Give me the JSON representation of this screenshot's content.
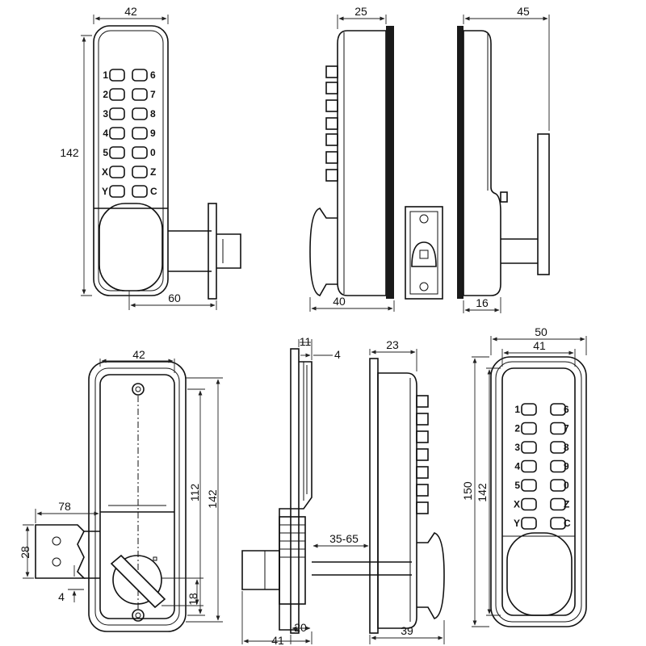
{
  "dimensions": {
    "front_width": "42",
    "front_height": "142",
    "front_projection": "60",
    "side_depth": "25",
    "side_width_total": "40",
    "side2_depth": "45",
    "side2_bottom": "16",
    "back_width": "42",
    "back_hole_spacing": "112",
    "back_height": "142",
    "back_latch_length": "78",
    "back_latch_height": "28",
    "back_offset_small": "4",
    "back_offset_bottom": "18",
    "section_top_width": "11",
    "section_top_offset": "4",
    "section_door_thickness": "35-65",
    "section_bottom_depth": "20",
    "section_overall": "41",
    "side3_depth": "23",
    "side3_bottom": "39",
    "front2_outer_width": "50",
    "front2_inner_width": "41",
    "front2_outer_height": "150",
    "front2_inner_height": "142"
  },
  "keypad_left": [
    "1",
    "2",
    "3",
    "4",
    "5",
    "X",
    "Y"
  ],
  "keypad_right": [
    "6",
    "7",
    "8",
    "9",
    "0",
    "Z",
    "C"
  ]
}
